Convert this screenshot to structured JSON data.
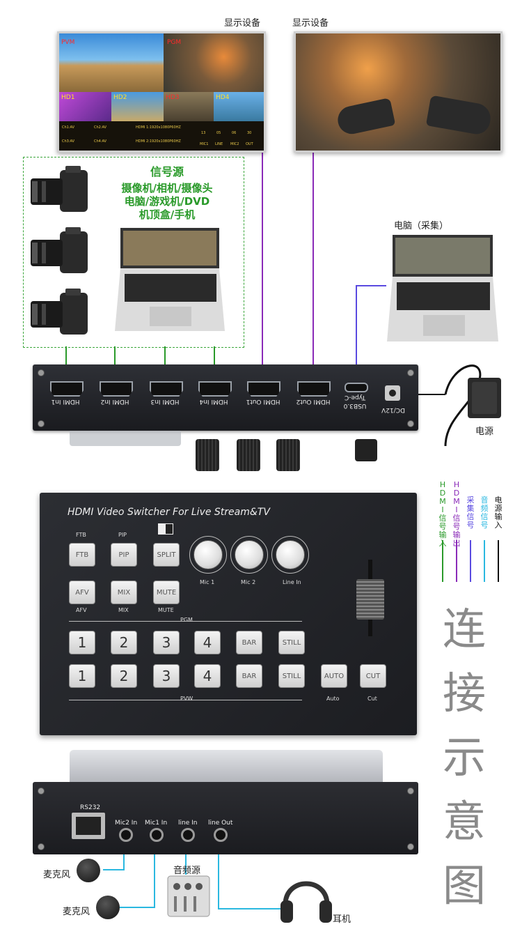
{
  "displays": {
    "left_label": "显示设备",
    "right_label": "显示设备"
  },
  "multiview": {
    "pvm": "PVM",
    "pgm": "PGM",
    "inputs": [
      "HD1",
      "HD2",
      "HD3",
      "HD4"
    ],
    "info_rows": [
      [
        "Ch1:AV",
        "Ch2:AV",
        "HDMI 1:1920x1080P60HZ"
      ],
      [
        "Ch3:AV",
        "Ch4:AV",
        "HDMI 2:1920x1080P60HZ"
      ]
    ],
    "audio_cols": [
      "13",
      "05",
      "06",
      "30"
    ],
    "audio_labels": [
      "MIC1",
      "LINE",
      "MIC2",
      "OUT"
    ]
  },
  "sources": {
    "title": "信号源",
    "line1": "摄像机/相机/摄像头",
    "line2": "电脑/游戏机/DVD",
    "line3": "机顶盒/手机"
  },
  "capture_pc": {
    "label": "电脑（采集）"
  },
  "power": {
    "label": "电源"
  },
  "rear_ports": {
    "hdmi_in1": "HDMI In1",
    "hdmi_in2": "HDMI In2",
    "hdmi_in3": "HDMI In3",
    "hdmi_in4": "HDMI In4",
    "hdmi_out1": "HDMI Out1",
    "hdmi_out2": "HDMI Out2",
    "usb_line1": "USB3.0",
    "usb_line2": "Type-C",
    "dc": "DC/12V"
  },
  "panel": {
    "title": "HDMI Video Switcher For Live Stream&TV",
    "top_labels": {
      "ftb": "FTB",
      "pip": "PIP"
    },
    "row1": [
      "FTB",
      "PIP",
      "SPLIT"
    ],
    "row2": [
      "AFV",
      "MIX",
      "MUTE"
    ],
    "bottom_labels": {
      "afv": "AFV",
      "mix": "MIX",
      "mute": "MUTE"
    },
    "dials": [
      "Mic 1",
      "Mic 2",
      "Line In"
    ],
    "pgm_label": "PGM",
    "pvw_label": "PVW",
    "pgm_buttons": [
      "1",
      "2",
      "3",
      "4",
      "BAR",
      "STILL"
    ],
    "pvw_buttons": [
      "1",
      "2",
      "3",
      "4",
      "BAR",
      "STILL"
    ],
    "auto": "AUTO",
    "cut": "CUT",
    "auto_label": "Auto",
    "cut_label": "Cut"
  },
  "legend": [
    {
      "text": "HDMI信号输入",
      "color": "#2a9a2a"
    },
    {
      "text": "HDMI信号输出",
      "color": "#8a2ab8"
    },
    {
      "text": "采集信号",
      "color": "#5a4ae0"
    },
    {
      "text": "音频信号",
      "color": "#2ab8e0"
    },
    {
      "text": "电源输入",
      "color": "#111111"
    }
  ],
  "big_title": [
    "连",
    "接",
    "示",
    "意",
    "图"
  ],
  "front": {
    "rs232": "RS232",
    "mic2": "Mic2 In",
    "mic1": "Mic1 In",
    "line_in": "line In",
    "line_out": "line Out",
    "audio_source": "音频源",
    "microphone_a": "麦克风",
    "microphone_b": "麦克风",
    "headphones": "耳机"
  }
}
